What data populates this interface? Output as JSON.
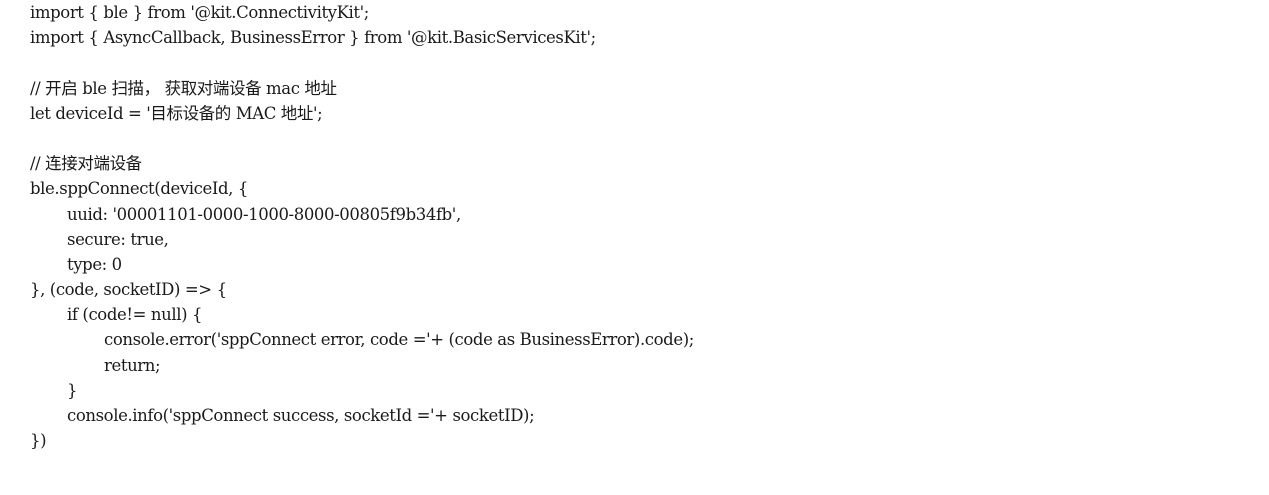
{
  "code": {
    "lines": [
      {
        "text": "import { ble } from '@kit.ConnectivityKit';",
        "indent": 0
      },
      {
        "text": "import { AsyncCallback, BusinessError } from '@kit.BasicServicesKit';",
        "indent": 0
      },
      {
        "text": "",
        "indent": 0
      },
      {
        "text": "// 开启 ble 扫描， 获取对端设备 mac 地址",
        "indent": 0
      },
      {
        "text": "let deviceId = '目标设备的 MAC 地址';",
        "indent": 0
      },
      {
        "text": "",
        "indent": 0
      },
      {
        "text": "// 连接对端设备",
        "indent": 0
      },
      {
        "text": "ble.sppConnect(deviceId, {",
        "indent": 0
      },
      {
        "text": "uuid: '00001101-0000-1000-8000-00805f9b34fb',",
        "indent": 1
      },
      {
        "text": "secure: true,",
        "indent": 1
      },
      {
        "text": "type: 0",
        "indent": 1
      },
      {
        "text": "}, (code, socketID) => {",
        "indent": 0
      },
      {
        "text": "if (code!= null) {",
        "indent": 1
      },
      {
        "text": "console.error('sppConnect error, code ='+ (code as BusinessError).code);",
        "indent": 2
      },
      {
        "text": "return;",
        "indent": 2
      },
      {
        "text": "}",
        "indent": 1
      },
      {
        "text": "console.info('sppConnect success, socketId ='+ socketID);",
        "indent": 1
      },
      {
        "text": "})",
        "indent": 0
      }
    ]
  }
}
